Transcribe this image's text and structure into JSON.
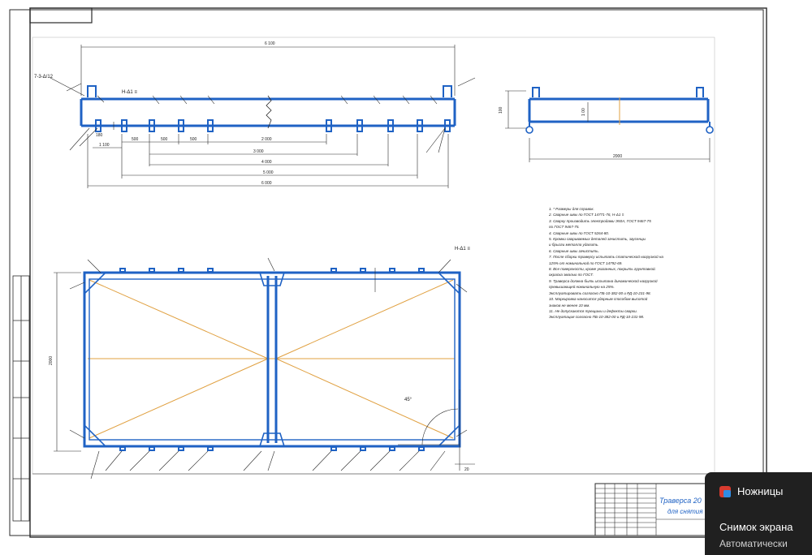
{
  "drawing": {
    "top_view": {
      "overall_dim": "6 100",
      "weld_symbol": "7-3-Δ/12",
      "section_mark": "Н-Δ1 ≡",
      "spacing_labels": [
        "180",
        "1 100",
        "500",
        "500",
        "500"
      ],
      "chain_labels": [
        "2 000",
        "3 000",
        "4 000",
        "5 000",
        "6 000"
      ]
    },
    "side_view": {
      "width_dim": "2000",
      "height_dim": "100",
      "inner_dim": "1 00"
    },
    "plan_view": {
      "height_dim": "2000",
      "angle_label": "45°",
      "section_mark": "Н-Δ1 ≡",
      "offset_dim": "20"
    },
    "notes": [
      "1. * Размеры для справок.",
      "2. Сварные швы по ГОСТ 14771-76, Н-Δ1 ≡",
      "3. Сварку производить электродами Э50А, ГОСТ 9467-75",
      "   по ГОСТ 9467-75.",
      "4. Сварные швы по ГОСТ 5264-80.",
      "5. Кромки свариваемых деталей зачистить, заусенцы",
      "   и брызги металла удалить.",
      "6. Сварные швы зачистить.",
      "7. После сборки траверсу испытать статической нагрузкой на",
      "   125% от номинальной по ГОСТ 14792-69.",
      "8. Все поверхности, кроме указанных, покрыть грунтовкой.",
      "   окраска эмалью по ГОСТ.",
      "9. Траверса должна быть испытана динамической нагрузкой",
      "   превышающей номинальную на 25%.",
      "   Эксплуатировать согласно ПБ-10-382-00 и РД-10-231-98.",
      "10. Маркировка наносится ударным способом высотой",
      "   знаков не менее 10 мм.",
      "11. Не допускаются трещины и дефекты сварки.",
      "   Эксплуатация согласно ПБ-10-382-00 и РД-10-231-98."
    ],
    "title_block": {
      "name_line1": "Траверса 20",
      "name_line2": "для снятия"
    }
  },
  "notification": {
    "app_name": "Ножницы",
    "title": "Снимок экрана",
    "subtitle": "Автоматически"
  },
  "colors": {
    "line": "#1f62c4",
    "accent": "#e0a040",
    "frame": "#2a2a2a",
    "toast_bg": "#202020"
  }
}
